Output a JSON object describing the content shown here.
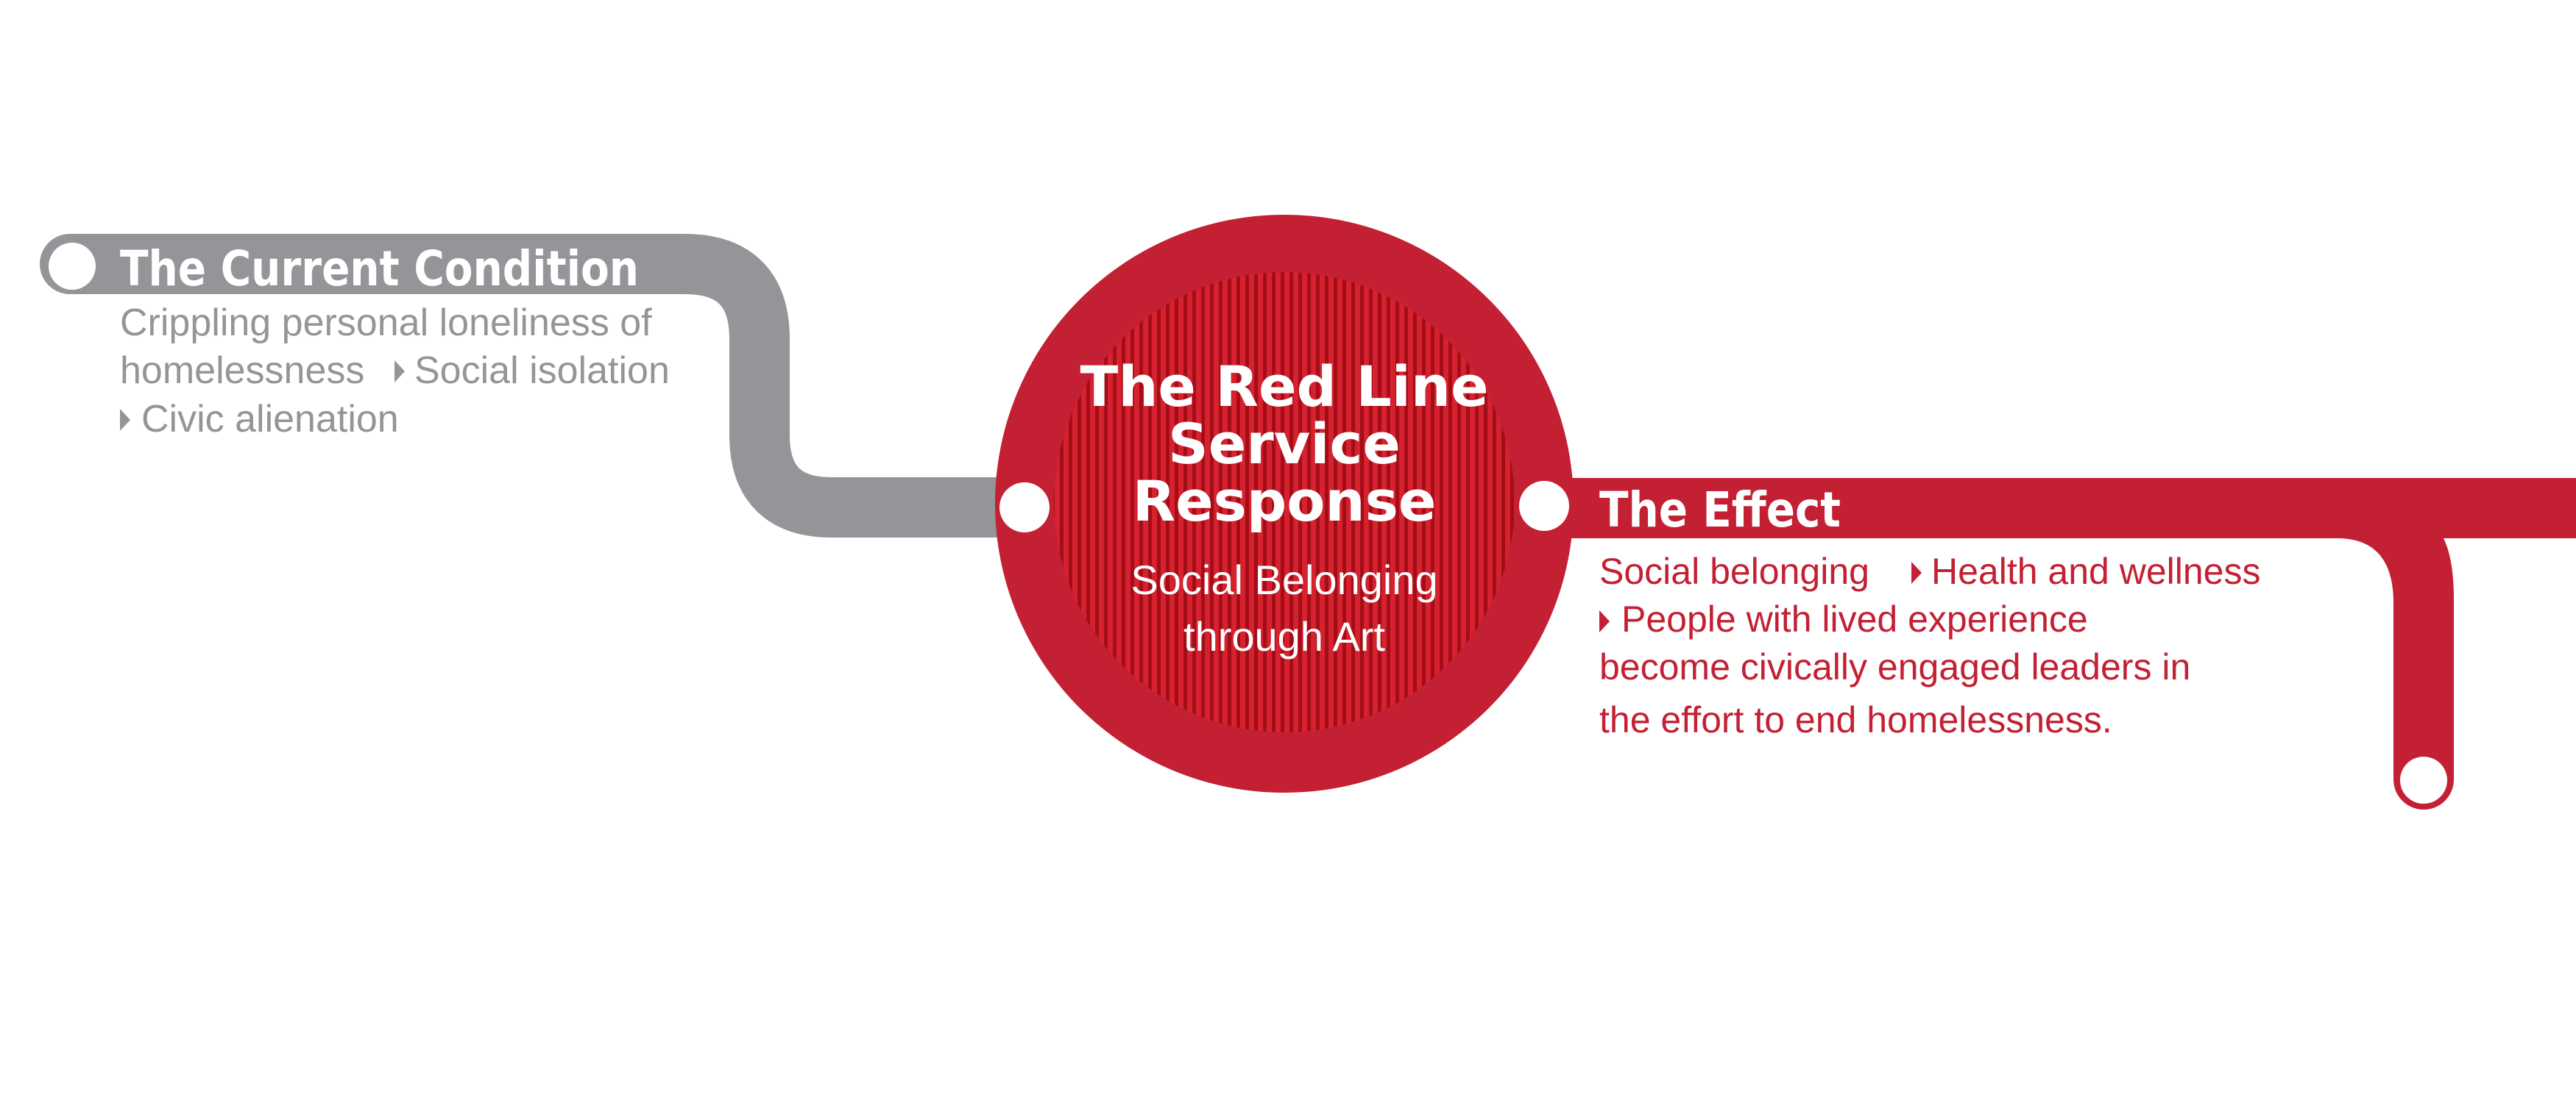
{
  "colors": {
    "gray_line": "#939598",
    "gray_text": "#939598",
    "red_line": "#c32033",
    "red_text": "#c32033",
    "stripe_dark": "#a30d18",
    "stripe_light": "#d6212f",
    "white": "#ffffff"
  },
  "current_condition": {
    "title": "The Current Condition",
    "lines": [
      {
        "bullet": false,
        "text": "Crippling personal loneliness of"
      },
      {
        "bullet": false,
        "text": "homelessness",
        "after_bullet": "Social isolation"
      },
      {
        "bullet": true,
        "text": "Civic alienation"
      }
    ]
  },
  "hub": {
    "title_lines": [
      "The Red Line",
      "Service",
      "Response"
    ],
    "subtitle_lines": [
      "Social Belonging",
      "through Art"
    ]
  },
  "effect": {
    "title": "The Effect",
    "lines": [
      {
        "bullet": false,
        "text": "Social belonging",
        "after_bullet": "Health and wellness"
      },
      {
        "bullet": true,
        "text": "People with lived experience"
      },
      {
        "bullet": false,
        "text": "become civically engaged leaders in"
      },
      {
        "bullet": false,
        "text": "the effort to end homelessness."
      }
    ]
  },
  "icons": {
    "bullet": "triangle-right-icon",
    "station": "station-circle-icon"
  }
}
